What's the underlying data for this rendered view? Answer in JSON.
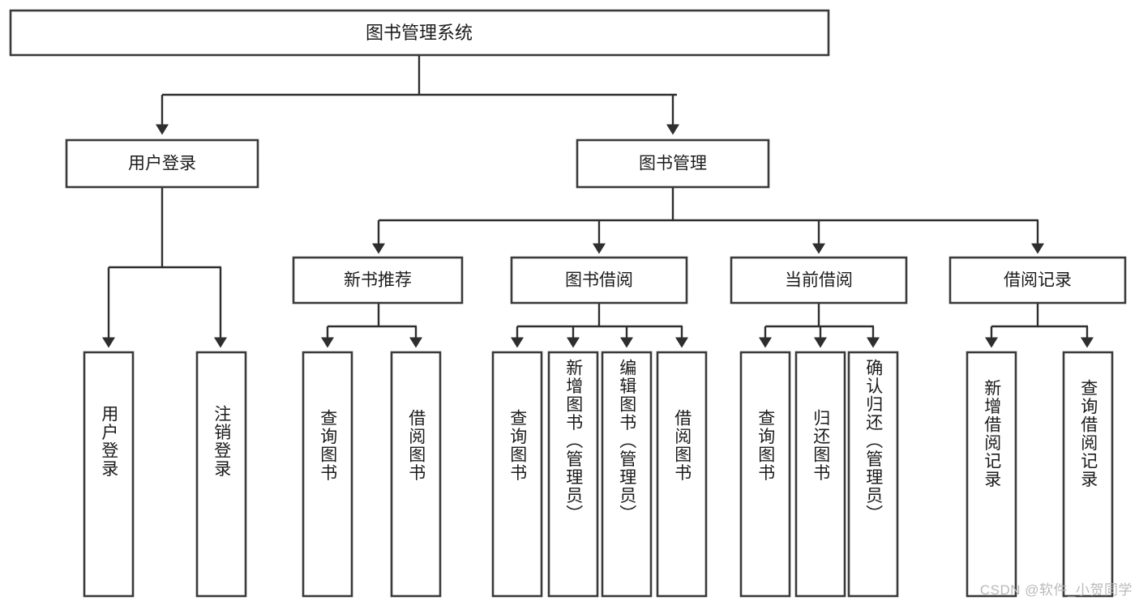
{
  "diagram": {
    "type": "tree",
    "title": "图书管理系统",
    "style": {
      "box_fill": "#ffffff",
      "box_stroke": "#3a3a3a",
      "line_color": "#2e2e2e",
      "text_color": "#1b1b1b",
      "background": "#ffffff",
      "watermark_color": "#b9b9b9"
    },
    "root": {
      "id": "root",
      "label": "图书管理系统"
    },
    "level1": [
      {
        "id": "user-login",
        "label": "用户登录"
      },
      {
        "id": "book-manage",
        "label": "图书管理"
      }
    ],
    "level2": [
      {
        "id": "new-book-recommend",
        "label": "新书推荐",
        "parent": "book-manage"
      },
      {
        "id": "book-borrow",
        "label": "图书借阅",
        "parent": "book-manage"
      },
      {
        "id": "current-borrow",
        "label": "当前借阅",
        "parent": "book-manage"
      },
      {
        "id": "borrow-record",
        "label": "借阅记录",
        "parent": "book-manage"
      }
    ],
    "leaves": [
      {
        "id": "leaf-user-login",
        "label": "用户登录",
        "parent": "user-login"
      },
      {
        "id": "leaf-logout",
        "label": "注销登录",
        "parent": "user-login"
      },
      {
        "id": "leaf-query-book-1",
        "label": "查询图书",
        "parent": "new-book-recommend"
      },
      {
        "id": "leaf-borrow-book-1",
        "label": "借阅图书",
        "parent": "new-book-recommend"
      },
      {
        "id": "leaf-query-book-2",
        "label": "查询图书",
        "parent": "book-borrow"
      },
      {
        "id": "leaf-add-book",
        "label": "新增图书（管理员）",
        "parent": "book-borrow"
      },
      {
        "id": "leaf-edit-book",
        "label": "编辑图书（管理员）",
        "parent": "book-borrow"
      },
      {
        "id": "leaf-borrow-book-2",
        "label": "借阅图书",
        "parent": "book-borrow"
      },
      {
        "id": "leaf-query-book-3",
        "label": "查询图书",
        "parent": "current-borrow"
      },
      {
        "id": "leaf-return-book",
        "label": "归还图书",
        "parent": "current-borrow"
      },
      {
        "id": "leaf-confirm-return",
        "label": "确认归还（管理员）",
        "parent": "current-borrow"
      },
      {
        "id": "leaf-add-record",
        "label": "新增借阅记录",
        "parent": "borrow-record"
      },
      {
        "id": "leaf-query-record",
        "label": "查询借阅记录",
        "parent": "borrow-record"
      }
    ]
  },
  "watermark": {
    "text": "CSDN @软件_小贺同学"
  }
}
